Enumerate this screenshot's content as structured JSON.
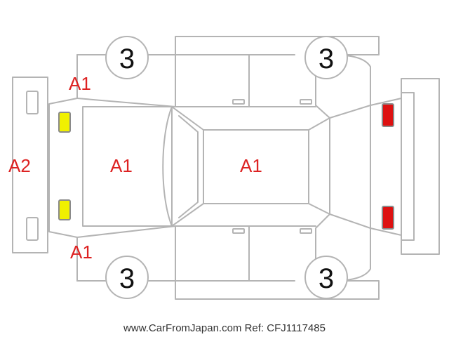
{
  "colors": {
    "outline": "#b4b4b4",
    "damage_label": "#dd2222",
    "front_lamps": "#f0f000",
    "rear_lamps": "#dd1111",
    "wheel_number": "#111111"
  },
  "labels": {
    "front_bumper": "A2",
    "front_left_fender": "A1",
    "front_right_fender": "A1",
    "hood": "A1",
    "roof": "A1"
  },
  "tires": {
    "front_left": "3",
    "rear_left": "3",
    "front_right": "3",
    "rear_right": "3"
  },
  "footer": {
    "watermark": "www.CarFromJapan.com Ref: CFJ1117485"
  }
}
